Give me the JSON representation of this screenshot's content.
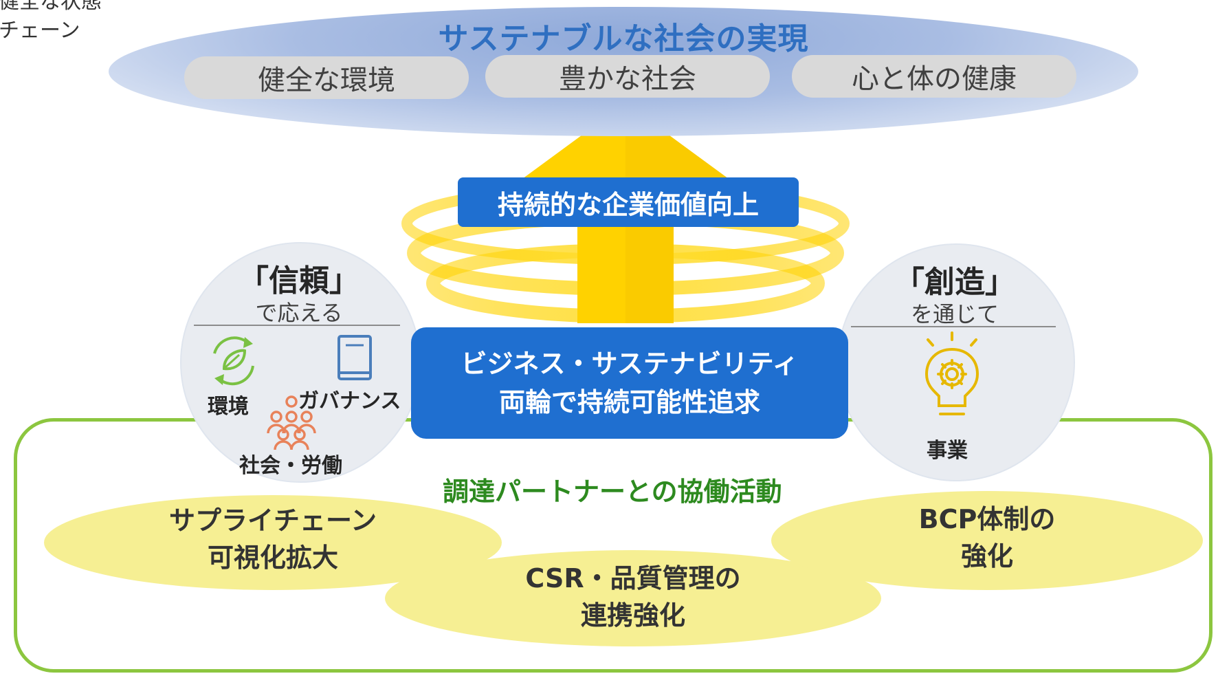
{
  "corner_text": {
    "line1": "健全な状態",
    "line2": "チェーン"
  },
  "goal": {
    "title": "サステナブルな社会の実現",
    "pillars": [
      "健全な環境",
      "豊かな社会",
      "心と体の健康"
    ]
  },
  "arrow_label": "持続的な企業価値向上",
  "center": {
    "line1": "ビジネス・サステナビリティ",
    "line2": "両輪で持続可能性追求"
  },
  "trust": {
    "heading": "「信頼」",
    "sub": "で応える",
    "labels": {
      "environment": "環境",
      "governance": "ガバナンス",
      "society": "社会・労働"
    }
  },
  "create": {
    "heading": "「創造」",
    "sub": "を通じて",
    "label": "事業"
  },
  "partner": {
    "title": "調達パートナーとの協働活動",
    "items": [
      {
        "line1": "サプライチェーン",
        "line2": "可視化拡大"
      },
      {
        "line1": "CSR・品質管理の",
        "line2": "連携強化"
      },
      {
        "line1": "BCP体制の",
        "line2": "強化"
      }
    ]
  },
  "colors": {
    "accent_blue": "#1f6fd0",
    "goal_title": "#2f6fc1",
    "arrow_yellow": "#ffd200",
    "green": "#8cc63f",
    "icon_green": "#7ac143",
    "icon_blue": "#4a7ebb",
    "icon_orange": "#e8825a",
    "icon_gold": "#e6b800",
    "blob_yellow": "#f6ef93"
  },
  "icons": {
    "environment": "recycle-leaf-icon",
    "governance": "book-icon",
    "society": "people-group-icon",
    "business": "lightbulb-gear-icon",
    "arrow": "up-arrow-icon"
  }
}
